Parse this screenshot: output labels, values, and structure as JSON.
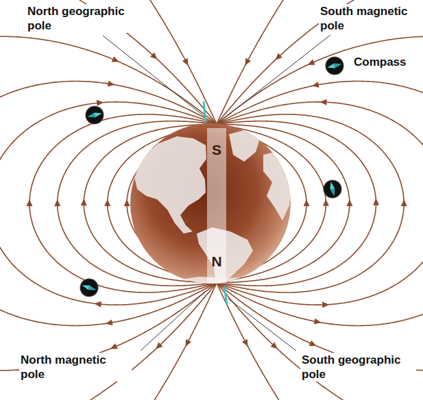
{
  "diagram": {
    "nodes": [
      {
        "text": [
          "S",
          "N"
        ]
      }
    ],
    "labels": [
      "North geographic pole",
      "South magnetic pole",
      "Compass",
      "North magnetic pole",
      "South geographic pole"
    ]
  }
}
